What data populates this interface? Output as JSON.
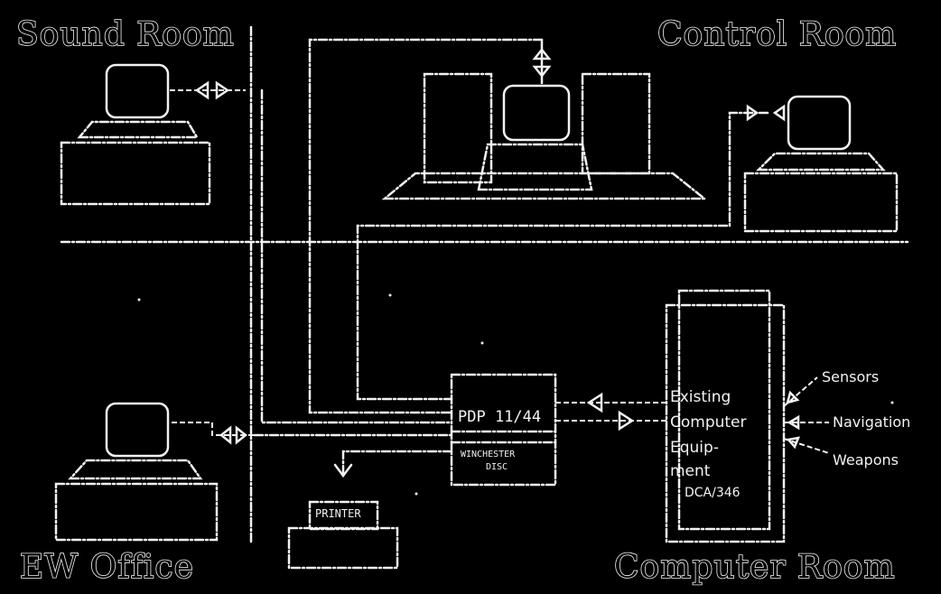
{
  "rooms": {
    "sound": "Sound Room",
    "control": "Control Room",
    "ew": "EW Office",
    "computer": "Computer Room"
  },
  "equipment": {
    "pdp_label": "PDP 11/44",
    "winchester_line1": "WINCHESTER",
    "winchester_line2": "DISC",
    "printer_label": "PRINTER",
    "existing_line1": "Existing",
    "existing_line2": "Computer",
    "existing_line3": "Equip-",
    "existing_line4": "ment",
    "existing_model": "DCA/346"
  },
  "externals": {
    "sensors": "Sensors",
    "navigation": "Navigation",
    "weapons": "Weapons"
  },
  "colors": {
    "background": "#000000",
    "ink": "#f2f2f2"
  }
}
